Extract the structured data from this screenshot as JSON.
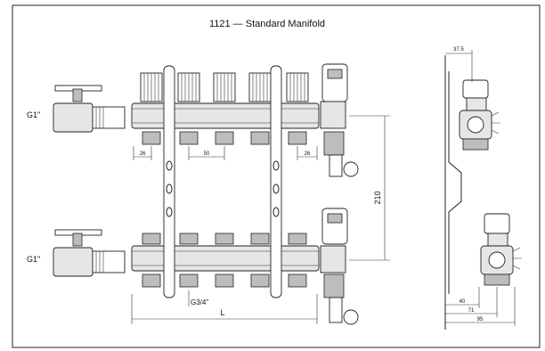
{
  "title": "1121 — Standard Manifold",
  "labels": {
    "inlet_top": "G1\"",
    "inlet_bottom": "G1\"",
    "outlet_thread": "G3/4\"",
    "length": "L",
    "height": "210",
    "spacing_left": "26",
    "spacing_mid": "50",
    "spacing_right": "26",
    "side_top": "37.5",
    "side_bottom_a": "40",
    "side_bottom_b": "71",
    "side_bottom_c": "95"
  }
}
